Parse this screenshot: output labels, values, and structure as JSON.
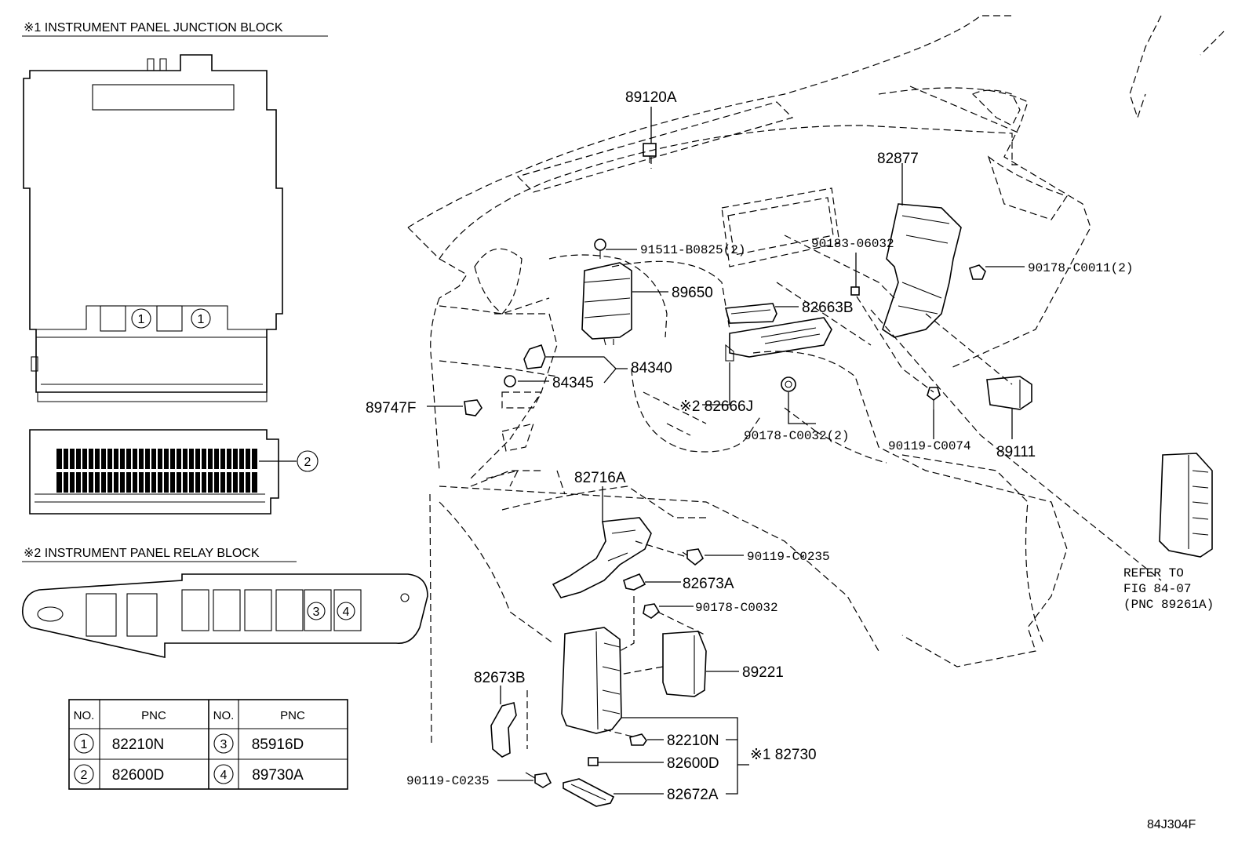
{
  "headers": {
    "junction_block": "※1 INSTRUMENT PANEL JUNCTION BLOCK",
    "relay_block": "※2 INSTRUMENT PANEL RELAY BLOCK"
  },
  "junction_block_markers": [
    "1",
    "1",
    "2"
  ],
  "relay_block_markers": [
    "3",
    "4"
  ],
  "parts": {
    "p89120A": "89120A",
    "p82877": "82877",
    "p91511": "91511-B0825(2)",
    "p90183": "90183-06032",
    "p90178_c0011": "90178-C0011(2)",
    "p89650": "89650",
    "p82663B": "82663B",
    "p84340": "84340",
    "p84345": "84345",
    "p89747F": "89747F",
    "p82666J": "※2 82666J",
    "p90178_c0032_2": "90178-C0032(2)",
    "p90119_c0074": "90119-C0074",
    "p89111": "89111",
    "p82716A": "82716A",
    "p90119_c0235_a": "90119-C0235",
    "p82673A": "82673A",
    "p90178_c0032": "90178-C0032",
    "p89221": "89221",
    "p82673B": "82673B",
    "p82210N": "82210N",
    "p82600D": "82600D",
    "p82672A": "82672A",
    "p82730": "※1 82730",
    "p90119_c0235_b": "90119-C0235"
  },
  "refer": {
    "line1": "REFER TO",
    "line2": "FIG 84-07",
    "line3": "(PNC 89261A)"
  },
  "table": {
    "headers": [
      "NO.",
      "PNC",
      "NO.",
      "PNC"
    ],
    "rows": [
      {
        "no_left": "1",
        "pnc_left": "82210N",
        "no_right": "3",
        "pnc_right": "85916D"
      },
      {
        "no_left": "2",
        "pnc_left": "82600D",
        "no_right": "4",
        "pnc_right": "89730A"
      }
    ]
  },
  "figure_id": "84J304F"
}
